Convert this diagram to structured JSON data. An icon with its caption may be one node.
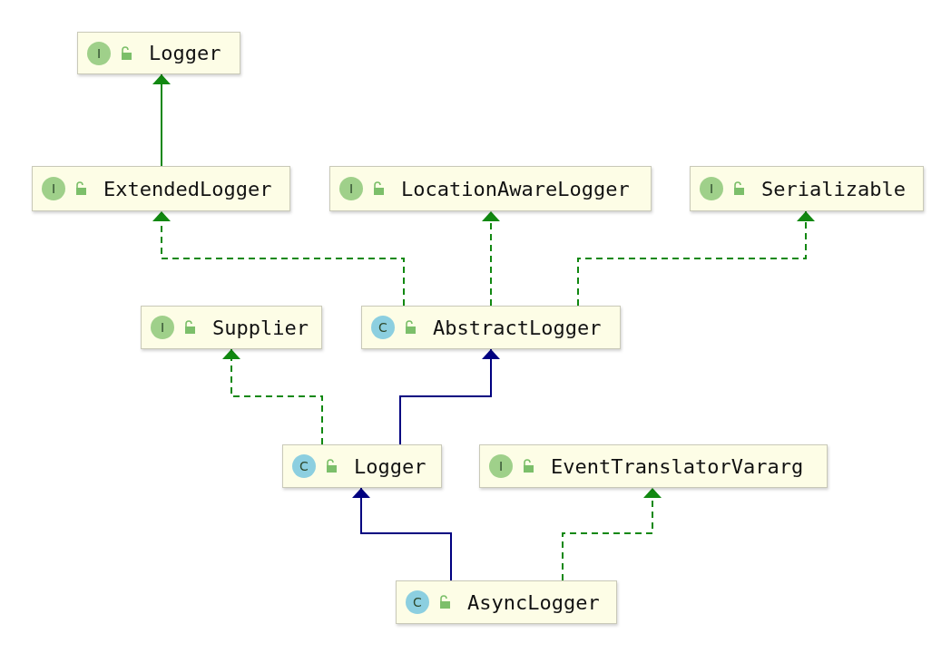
{
  "diagram": {
    "nodes": [
      {
        "text": [
          "I",
          "Logger"
        ]
      },
      {
        "text": [
          "I",
          "ExtendedLogger"
        ]
      },
      {
        "text": [
          "I",
          "LocationAwareLogger"
        ]
      },
      {
        "text": [
          "I",
          "Serializable"
        ]
      },
      {
        "text": [
          "I",
          "Supplier"
        ]
      },
      {
        "text": [
          "C",
          "AbstractLogger"
        ]
      },
      {
        "text": [
          "C",
          "Logger"
        ]
      },
      {
        "text": [
          "I",
          "EventTranslatorVararg"
        ]
      },
      {
        "text": [
          "C",
          "AsyncLogger"
        ]
      }
    ],
    "edges": [
      {
        "from": 1,
        "to": 0,
        "arrow": "to"
      },
      {
        "from": 5,
        "to": 1,
        "arrow": "to",
        "style": "dashed"
      },
      {
        "from": 5,
        "to": 2,
        "arrow": "to",
        "style": "dashed"
      },
      {
        "from": 5,
        "to": 3,
        "arrow": "to",
        "style": "dashed"
      },
      {
        "from": 6,
        "to": 4,
        "arrow": "to",
        "style": "dashed"
      },
      {
        "from": 6,
        "to": 5,
        "arrow": "to",
        "color": "#000080"
      },
      {
        "from": 8,
        "to": 6,
        "arrow": "to",
        "color": "#000080"
      },
      {
        "from": 8,
        "to": 7,
        "arrow": "to",
        "style": "dashed"
      }
    ]
  }
}
